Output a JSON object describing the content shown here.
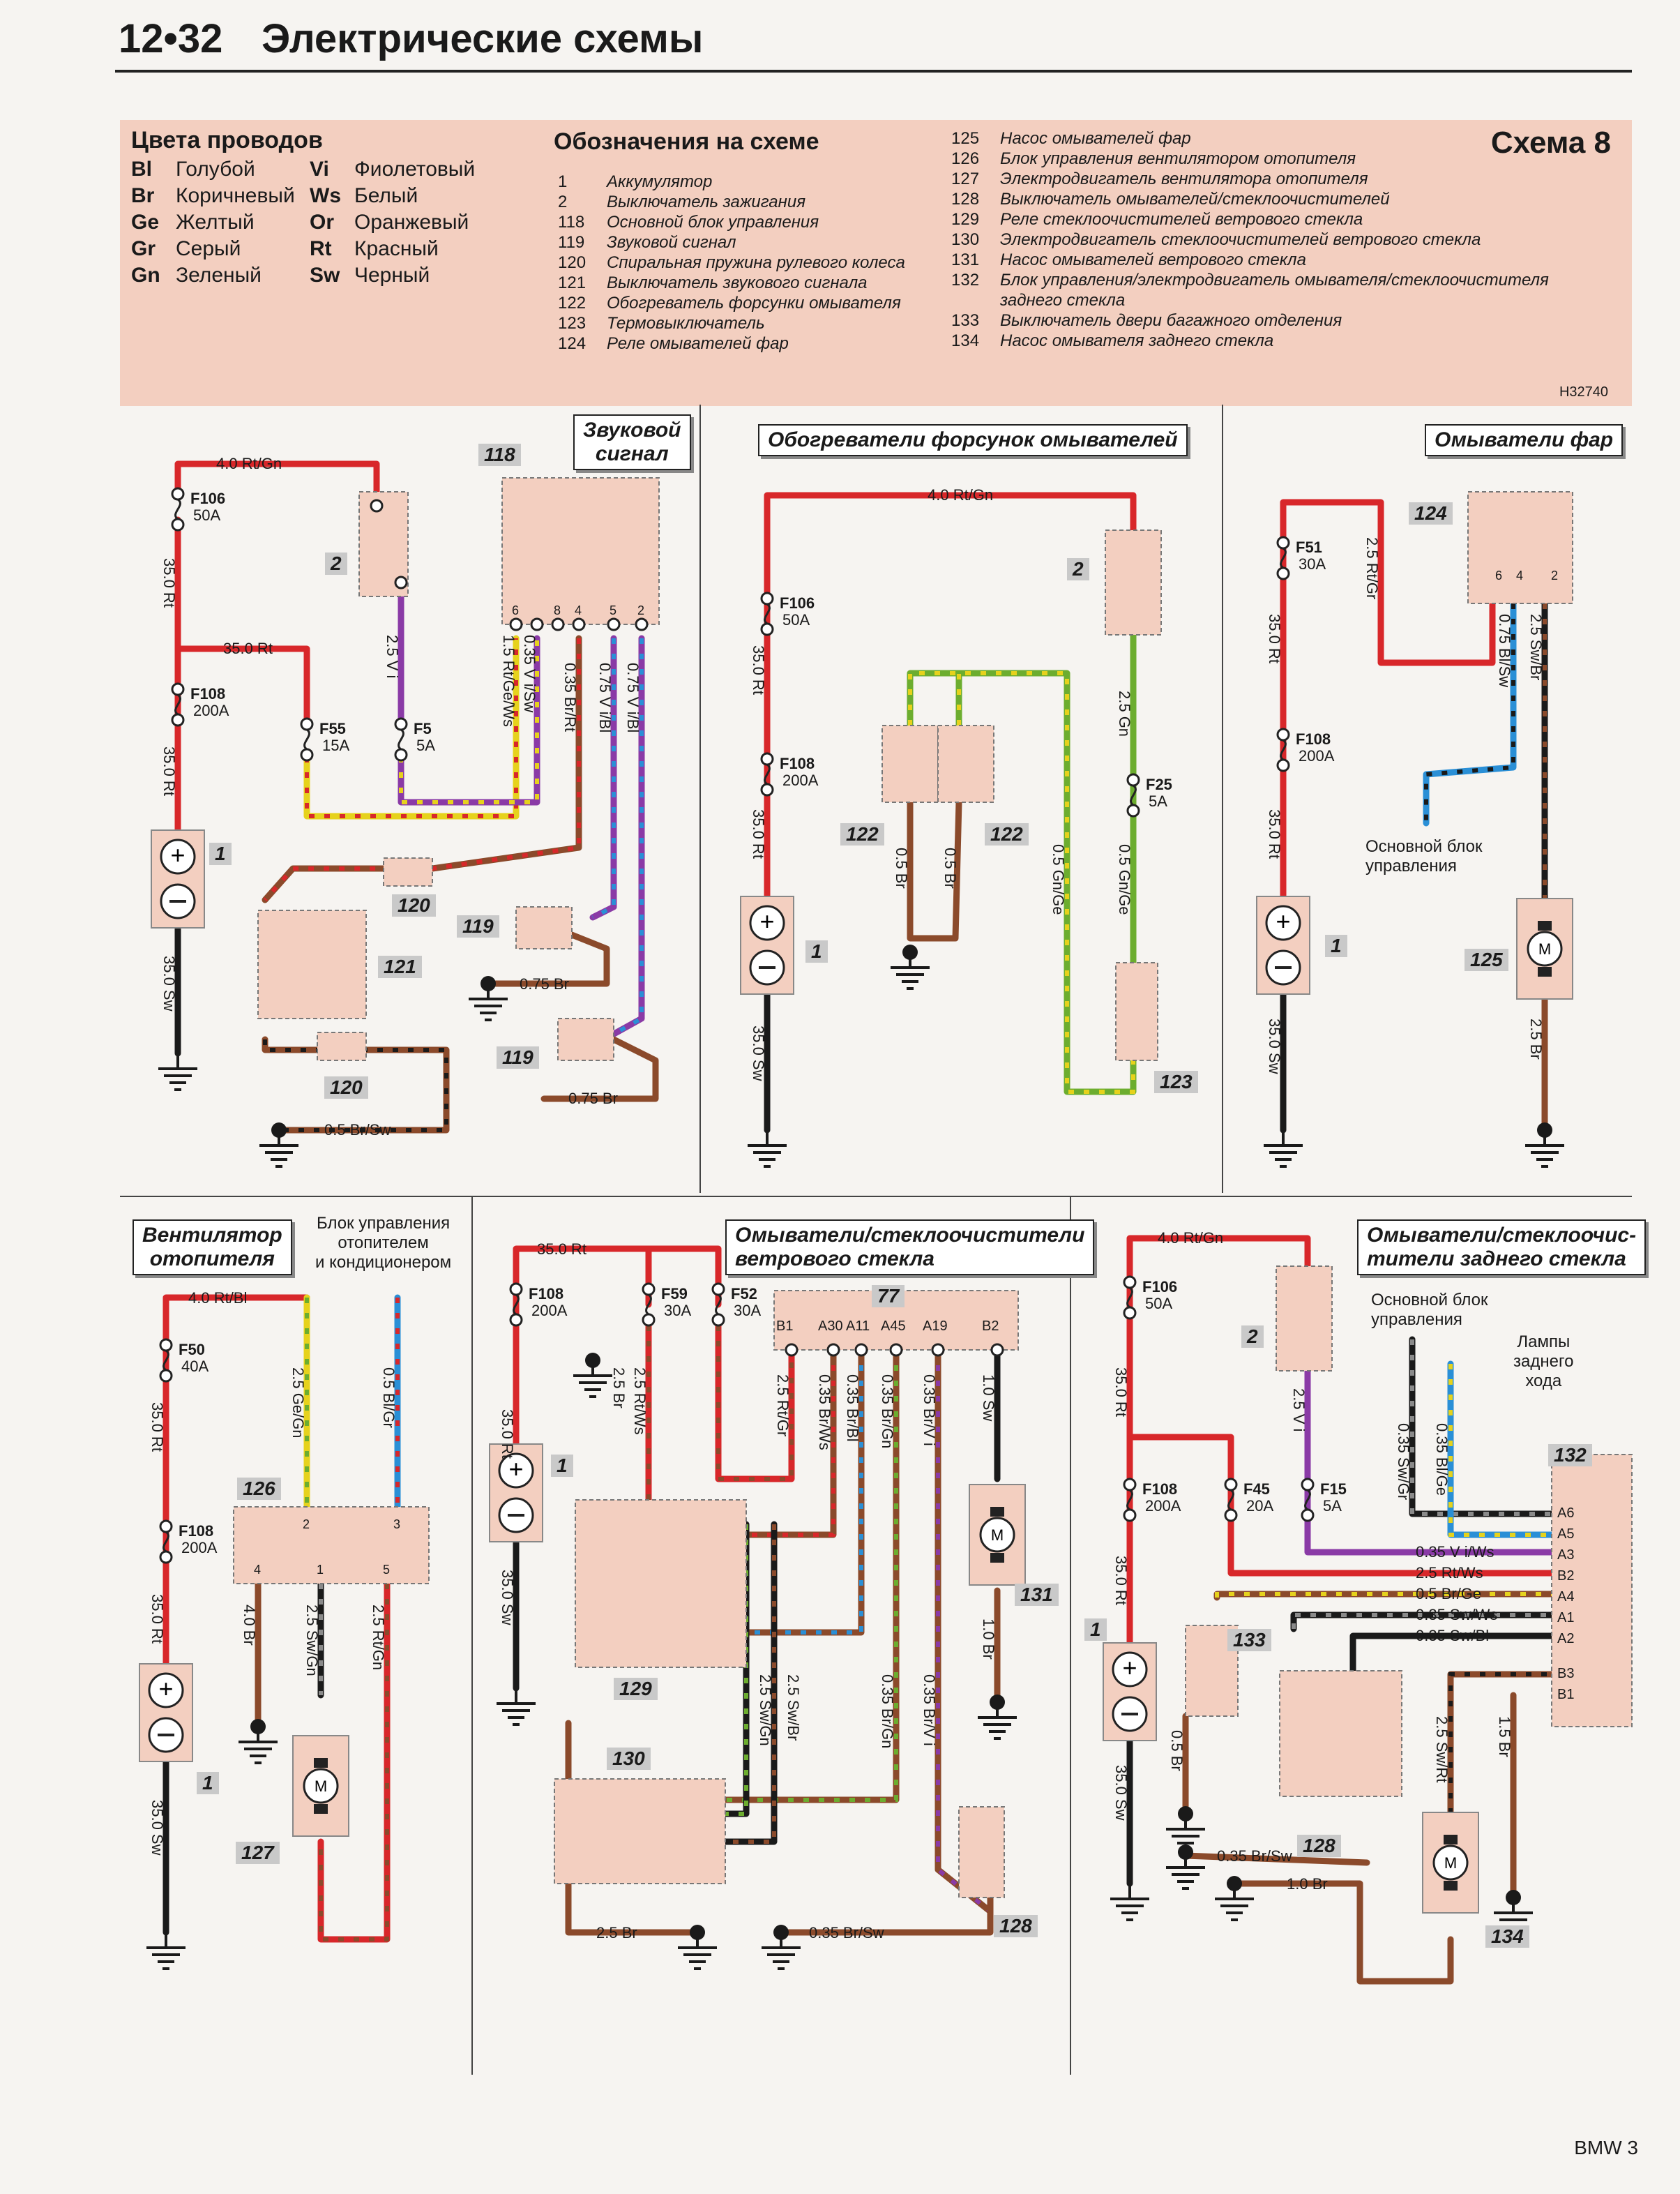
{
  "header": {
    "page_number": "12•32",
    "title": "Электрические схемы"
  },
  "legend": {
    "colors_title": "Цвета проводов",
    "colors_left": [
      {
        "code": "Bl",
        "name": "Голубой"
      },
      {
        "code": "Br",
        "name": "Коричневый"
      },
      {
        "code": "Ge",
        "name": "Желтый"
      },
      {
        "code": "Gr",
        "name": "Серый"
      },
      {
        "code": "Gn",
        "name": "Зеленый"
      }
    ],
    "colors_right": [
      {
        "code": "Vi",
        "name": "Фиолетовый"
      },
      {
        "code": "Ws",
        "name": "Белый"
      },
      {
        "code": "Or",
        "name": "Оранжевый"
      },
      {
        "code": "Rt",
        "name": "Красный"
      },
      {
        "code": "Sw",
        "name": "Черный"
      }
    ],
    "components_title": "Обозначения на схеме",
    "components_a": [
      {
        "n": "1",
        "t": "Аккумулятор"
      },
      {
        "n": "2",
        "t": "Выключатель зажигания"
      },
      {
        "n": "118",
        "t": "Основной блок управления"
      },
      {
        "n": "119",
        "t": "Звуковой сигнал"
      },
      {
        "n": "120",
        "t": "Спиральная пружина рулевого колеса"
      },
      {
        "n": "121",
        "t": "Выключатель звукового сигнала"
      },
      {
        "n": "122",
        "t": "Обогреватель форсунки омывателя"
      },
      {
        "n": "123",
        "t": "Термовыключатель"
      },
      {
        "n": "124",
        "t": "Реле омывателей фар"
      }
    ],
    "components_b": [
      {
        "n": "125",
        "t": "Насос омывателей фар"
      },
      {
        "n": "126",
        "t": "Блок управления вентилятором отопителя"
      },
      {
        "n": "127",
        "t": "Электродвигатель вентилятора отопителя"
      },
      {
        "n": "128",
        "t": "Выключатель омывателей/стеклоочистителей"
      },
      {
        "n": "129",
        "t": "Реле стеклоочистителей ветрового стекла"
      },
      {
        "n": "130",
        "t": "Электродвигатель стеклоочистителей ветрового стекла"
      },
      {
        "n": "131",
        "t": "Насос омывателей ветрового стекла"
      },
      {
        "n": "132",
        "t": "Блок управления/электродвигатель омывателя/стеклоочистителя",
        "t2": "заднего стекла"
      },
      {
        "n": "133",
        "t": "Выключатель двери багажного отделения"
      },
      {
        "n": "134",
        "t": "Насос омывателя заднего стекла"
      }
    ],
    "schema_label": "Схема 8",
    "code": "H32740"
  },
  "panels": {
    "horn": {
      "title_1": "Звуковой",
      "title_2": "сигнал"
    },
    "nozzle_heaters": {
      "title": "Обогреватели форсунок омывателей"
    },
    "headlamp_washers": {
      "title": "Омыватели фар",
      "note_1": "Основной блок",
      "note_2": "управления"
    },
    "heater_fan": {
      "title_1": "Вентилятор",
      "title_2": "отопителя",
      "note_1": "Блок управления",
      "note_2": "отопителем",
      "note_3": "и кондиционером"
    },
    "windscreen": {
      "title_1": "Омыватели/стеклоочистители",
      "title_2": "ветрового стекла"
    },
    "rear": {
      "title_1": "Омыватели/стеклоочис-",
      "title_2": "тители заднего стекла",
      "note_1": "Основной блок",
      "note_2": "управления",
      "lamps_1": "Лампы",
      "lamps_2": "заднего",
      "lamps_3": "хода"
    }
  },
  "wire_labels": {
    "p1": [
      "4.0 Rt/Gn",
      "35.0 Rt",
      "35.0 Rt",
      "35.0 Rt",
      "35.0 Sw",
      "2.5 V i",
      "1.5 Rt/Ge/Ws",
      "0.35 V i/Sw",
      "0.35 Br/Rt",
      "0.75 V i/Bl",
      "0.75 V i/Bl",
      "0.75 Br",
      "0.75 Br",
      "0.5 Br/Sw"
    ],
    "p2": [
      "4.0 Rt/Gn",
      "35.0 Rt",
      "35.0 Rt",
      "35.0 Sw",
      "2.5 Gn",
      "0.5 Gn/Ge",
      "0.5 Gn/Ge",
      "0.5 Br",
      "0.5 Br"
    ],
    "p3": [
      "2.5 Rt/Gr",
      "35.0 Rt",
      "35.0 Rt",
      "35.0 Sw",
      "0.75 Bl/Sw",
      "2.5 Sw/Br",
      "2.5 Br"
    ],
    "p4": [
      "4.0 Rt/Bl",
      "35.0 Rt",
      "35.0 Rt",
      "35.0 Sw",
      "2.5 Ge/Gn",
      "0.5 Bl/Gr",
      "4.0 Br",
      "2.5 Sw/Gn",
      "2.5 Rt/Gn"
    ],
    "p5": [
      "35.0 Rt",
      "35.0 Rt",
      "35.0 Sw",
      "2.5 Br",
      "2.5 Rt/Ws",
      "2.5 Rt/Gr",
      "0.35 Br/Ws",
      "0.35 Br/Bl",
      "0.35 Br/Gn",
      "0.35 Br/V i",
      "1.0 Sw",
      "1.0 Br",
      "2.5 Sw/Gn",
      "2.5 Sw/Br",
      "0.35 Br/Gn",
      "0.35 Br/V i",
      "2.5 Br",
      "0.35 Br/Sw"
    ],
    "p6": [
      "4.0 Rt/Gn",
      "35.0 Rt",
      "35.0 Rt",
      "35.0 Sw",
      "2.5 V i",
      "0.35 Sw/Gr",
      "0.35 Bl/Ge",
      "0.35 V i/Ws",
      "2.5 Rt/Ws",
      "0.5 Br/Ge",
      "0.35 Sw/Ws",
      "0.35 Sw/Bl",
      "0.5 Br",
      "2.5 Sw/Rt",
      "1.5 Br",
      "0.35 Br/Sw",
      "1.0 Br"
    ]
  },
  "fuses": {
    "p1": [
      {
        "n": "F106",
        "a": "50A"
      },
      {
        "n": "F108",
        "a": "200A"
      },
      {
        "n": "F55",
        "a": "15A"
      },
      {
        "n": "F5",
        "a": "5A"
      }
    ],
    "p2": [
      {
        "n": "F106",
        "a": "50A"
      },
      {
        "n": "F108",
        "a": "200A"
      },
      {
        "n": "F25",
        "a": "5A"
      }
    ],
    "p3": [
      {
        "n": "F51",
        "a": "30A"
      },
      {
        "n": "F108",
        "a": "200A"
      }
    ],
    "p4": [
      {
        "n": "F50",
        "a": "40A"
      },
      {
        "n": "F108",
        "a": "200A"
      }
    ],
    "p5": [
      {
        "n": "F108",
        "a": "200A"
      },
      {
        "n": "F59",
        "a": "30A"
      },
      {
        "n": "F52",
        "a": "30A"
      }
    ],
    "p6": [
      {
        "n": "F106",
        "a": "50A"
      },
      {
        "n": "F108",
        "a": "200A"
      },
      {
        "n": "F45",
        "a": "20A"
      },
      {
        "n": "F15",
        "a": "5A"
      }
    ]
  },
  "component_tags": {
    "p1": [
      "118",
      "2",
      "1",
      "120",
      "121",
      "120",
      "119",
      "119"
    ],
    "p2": [
      "2",
      "122",
      "122",
      "1",
      "123"
    ],
    "p3": [
      "124",
      "1",
      "125"
    ],
    "p4": [
      "126",
      "1",
      "127"
    ],
    "p5": [
      "77",
      "1",
      "129",
      "131",
      "130",
      "128"
    ],
    "p6": [
      "2",
      "132",
      "1",
      "133",
      "128",
      "134"
    ]
  },
  "pin_labels": {
    "p1_118": [
      "6",
      "8",
      "4",
      "5",
      "2"
    ],
    "p3_124": [
      "6",
      "4",
      "2"
    ],
    "p4_126": [
      "2",
      "3",
      "4",
      "1",
      "5"
    ],
    "p5_77": [
      "B1",
      "A30",
      "A11",
      "A45",
      "A19",
      "B2"
    ],
    "p6_132": [
      "A6",
      "A5",
      "A3",
      "B2",
      "A4",
      "A1",
      "A2",
      "B3",
      "B1"
    ]
  },
  "footer": "BMW 3",
  "colors": {
    "legend_bg": "#f3cfc0",
    "component_fill": "#f3cfc0",
    "red": "#d8272a",
    "brown": "#8b4a2b",
    "violet": "#8a3aa6",
    "green": "#6cad2f",
    "yellow": "#e6d21c",
    "blue": "#2a8fd6",
    "black": "#1a1a1a",
    "grey": "#8a8a8a"
  }
}
